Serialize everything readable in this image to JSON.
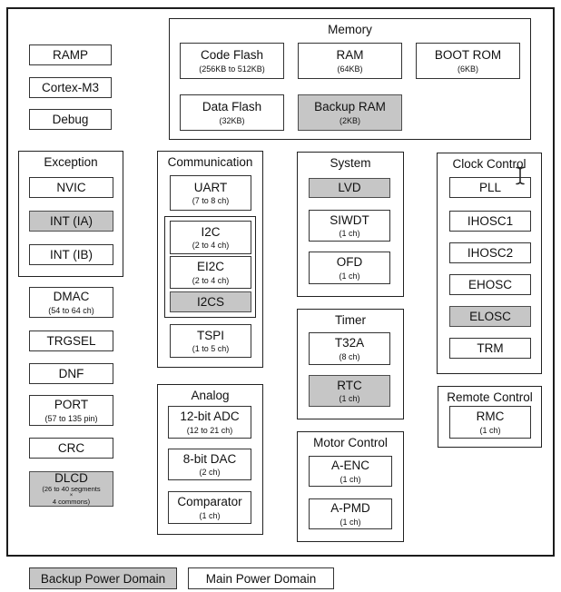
{
  "colors": {
    "backup_domain_fill": "#c6c6c6",
    "main_domain_fill": "#ffffff",
    "border": "#222222"
  },
  "cpu_column": {
    "items": [
      {
        "label": "RAMP"
      },
      {
        "label": "Cortex-M3"
      },
      {
        "label": "Debug"
      }
    ]
  },
  "memory": {
    "title": "Memory",
    "items": [
      {
        "label": "Code Flash",
        "sub": "(256KB to 512KB)"
      },
      {
        "label": "RAM",
        "sub": "(64KB)"
      },
      {
        "label": "BOOT ROM",
        "sub": "(6KB)"
      },
      {
        "label": "Data Flash",
        "sub": "(32KB)"
      },
      {
        "label": "Backup RAM",
        "sub": "(2KB)"
      }
    ]
  },
  "exception": {
    "title": "Exception",
    "items": [
      {
        "label": "NVIC"
      },
      {
        "label": "INT (IA)"
      },
      {
        "label": "INT (IB)"
      }
    ]
  },
  "peripherals_left": {
    "items": [
      {
        "label": "DMAC",
        "sub": "(54 to 64 ch)"
      },
      {
        "label": "TRGSEL"
      },
      {
        "label": "DNF"
      },
      {
        "label": "PORT",
        "sub": "(57 to 135 pin)"
      },
      {
        "label": "CRC"
      },
      {
        "label": "DLCD",
        "sub_line1": "(26 to 40 segments",
        "sub_line2": "×",
        "sub_line3": "4 commons)"
      }
    ]
  },
  "communication": {
    "title": "Communication",
    "items": [
      {
        "label": "UART",
        "sub": "(7 to 8 ch)"
      },
      {
        "label": "I2C",
        "sub": "(2 to 4 ch)"
      },
      {
        "label": "EI2C",
        "sub": "(2 to 4 ch)"
      },
      {
        "label": "I2CS"
      },
      {
        "label": "TSPI",
        "sub": "(1 to 5 ch)"
      }
    ]
  },
  "analog": {
    "title": "Analog",
    "items": [
      {
        "label": "12-bit ADC",
        "sub": "(12 to 21 ch)"
      },
      {
        "label": "8-bit DAC",
        "sub": "(2 ch)"
      },
      {
        "label": "Comparator",
        "sub": "(1 ch)"
      }
    ]
  },
  "system": {
    "title": "System",
    "items": [
      {
        "label": "LVD"
      },
      {
        "label": "SIWDT",
        "sub": "(1 ch)"
      },
      {
        "label": "OFD",
        "sub": "(1 ch)"
      }
    ]
  },
  "timer": {
    "title": "Timer",
    "items": [
      {
        "label": "T32A",
        "sub": "(8 ch)"
      },
      {
        "label": "RTC",
        "sub": "(1 ch)"
      }
    ]
  },
  "motor_control": {
    "title": "Motor Control",
    "items": [
      {
        "label": "A-ENC",
        "sub": "(1 ch)"
      },
      {
        "label": "A-PMD",
        "sub": "(1 ch)"
      }
    ]
  },
  "clock_control": {
    "title": "Clock Control",
    "items": [
      {
        "label": "PLL"
      },
      {
        "label": "IHOSC1"
      },
      {
        "label": "IHOSC2"
      },
      {
        "label": "EHOSC"
      },
      {
        "label": "ELOSC"
      },
      {
        "label": "TRM"
      }
    ]
  },
  "remote_control": {
    "title": "Remote Control",
    "items": [
      {
        "label": "RMC",
        "sub": "(1 ch)"
      }
    ]
  },
  "legend": {
    "backup_label": "Backup Power Domain",
    "main_label": "Main Power Domain"
  }
}
